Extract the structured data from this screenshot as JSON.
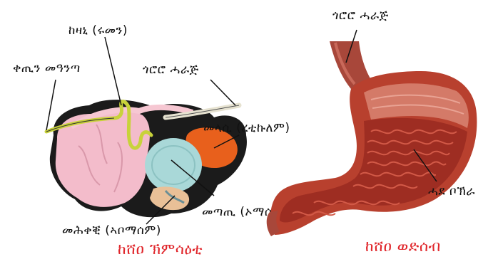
{
  "left_figure": {
    "labels": {
      "esophagus": "ጎሮሮ ሓራጅ",
      "rumen": "ከዛኒ (ሩመን)",
      "small_intestine": "ቀጢን መዓንጣ",
      "reticulum": "መላሲ (ረቲኩለም)",
      "omasum": "መጣጢ (ኦማሰም)",
      "abomasum": "መሕቀቒ (ኣቦማሰም)"
    },
    "caption": "ከሸዐ ኽምሳዕቲ"
  },
  "right_figure": {
    "labels": {
      "esophagus": "ጎሮሮ ሓራጅ",
      "inner_wall": "ሓደ ቦኽራ"
    },
    "caption": "ከሸዐ ወድሰብ"
  },
  "colors": {
    "caption": "#e0262b",
    "rumen": "#f3bccb",
    "reticulum": "#e8601c",
    "omasum": "#a9d8d8",
    "tract_yellow": "#c8d23a",
    "human_stomach": "#b8402e"
  }
}
